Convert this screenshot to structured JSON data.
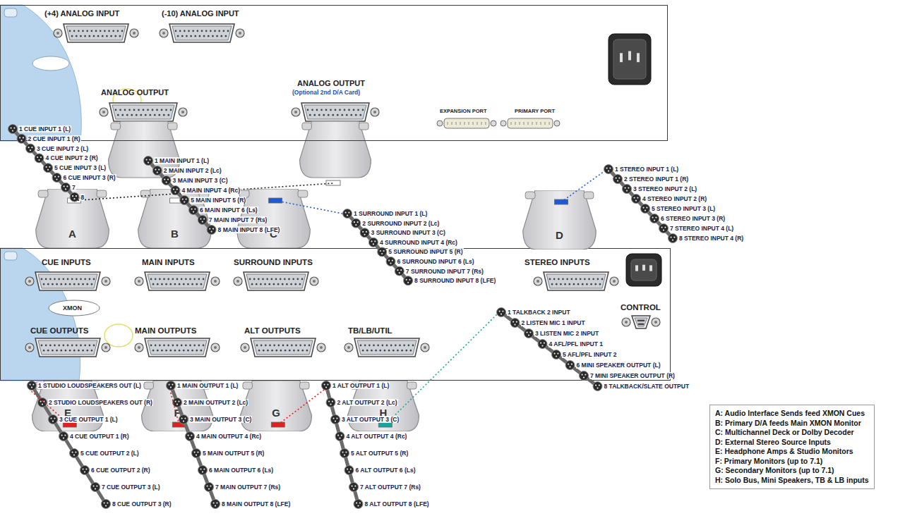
{
  "diagram": {
    "nodes": [
      {
        "text": [
          "(+4) ANALOG INPUT",
          "(-10) ANALOG INPUT",
          "ANALOG OUTPUT",
          "ANALOG OUTPUT",
          "(Optional 2nd D/A Card)",
          "EXPANSION PORT",
          "PRIMARY PORT"
        ]
      },
      {
        "text": [
          "CUE INPUTS",
          "MAIN INPUTS",
          "SURROUND INPUTS",
          "STEREO INPUTS",
          "XMON",
          "CUE OUTPUTS",
          "MAIN OUTPUTS",
          "ALT OUTPUTS",
          "TB/LB/UTIL",
          "CONTROL"
        ]
      },
      {
        "text": [
          "A"
        ]
      },
      {
        "text": [
          "B"
        ]
      },
      {
        "text": [
          "C"
        ]
      },
      {
        "text": [
          "D"
        ]
      },
      {
        "text": [
          "E"
        ]
      },
      {
        "text": [
          "F"
        ]
      },
      {
        "text": [
          "G"
        ]
      },
      {
        "text": [
          "H"
        ]
      },
      {
        "text": [
          "A: Audio Interface Sends feed XMON Cues",
          "B: Primary D/A feeds Main XMON Monitor",
          "C: Multichannel Deck or Dolby Decoder",
          "D: External Stereo Source Inputs",
          "E: Headphone Amps & Studio Monitors",
          "F: Primary Monitors (up to 7.1)",
          "G: Secondary Monitors (up to 7.1)",
          "H: Solo Bus, Mini Speakers, TB & LB inputs"
        ]
      }
    ],
    "labels": [
      "1 CUE INPUT 1 (L)",
      "2 CUE INPUT 1 (R)",
      "3 CUE INPUT 2 (L)",
      "4 CUE INPUT 2 (R)",
      "5 CUE INPUT 3 (L)",
      "6 CUE INPUT 3 (R)",
      "7",
      "8",
      "1 MAIN INPUT 1 (L)",
      "2 MAIN INPUT 2 (Lc)",
      "3 MAIN INPUT 3 (C)",
      "4 MAIN INPUT 4 (Rc)",
      "5 MAIN INPUT 5 (R)",
      "6 MAIN INPUT 6 (Ls)",
      "7 MAIN INPUT 7 (Rs)",
      "8 MAIN INPUT 8 (LFE)",
      "1 SURROUND INPUT 1 (L)",
      "2 SURROUND INPUT 2 (Lc)",
      "3 SURROUND INPUT 3 (C)",
      "4 SURROUND INPUT 4 (Rc)",
      "5 SURROUND INPUT 5 (R)",
      "6 SURROUND INPUT 6 (Ls)",
      "7 SURROUND INPUT 7 (Rs)",
      "8 SURROUND INPUT 8 (LFE)",
      "1 STEREO INPUT 1 (L)",
      "2 STEREO INPUT 1 (R)",
      "3 STEREO INPUT 2 (L)",
      "4 STEREO INPUT 2 (R)",
      "5 STEREO INPUT 3 (L)",
      "6 STEREO INPUT 3 (R)",
      "7 STEREO INPUT 4 (L)",
      "8 STEREO INPUT 4 (R)",
      "1 STUDIO LOUDSPEAKERS OUT (L)",
      "2 STUDIO LOUDSPEAKERS OUT (R)",
      "3 CUE OUTPUT 1 (L)",
      "4 CUE OUTPUT 1 (R)",
      "5 CUE OUTPUT 2 (L)",
      "6 CUE OUTPUT 2 (R)",
      "7 CUE OUTPUT 3 (L)",
      "8 CUE OUTPUT 3 (R)",
      "1 MAIN OUTPUT 1 (L)",
      "2 MAIN OUTPUT 2 (Lc)",
      "3 MAIN OUTPUT 3 (C)",
      "4 MAIN OUTPUT 4 (Rc)",
      "5 MAIN OUTPUT 5 (R)",
      "6 MAIN OUTPUT 6 (Ls)",
      "7 MAIN OUTPUT 7 (Rs)",
      "8 MAIN OUTPUT 8 (LFE)",
      "1 ALT OUTPUT 1 (L)",
      "2 ALT OUTPUT 2 (Lc)",
      "3 ALT OUTPUT 3 (C)",
      "4 ALT OUTPUT 4 (Rc)",
      "5 ALT OUTPUT 5 (R)",
      "6 ALT OUTPUT 6 (Ls)",
      "7 ALT OUTPUT 7 (Rs)",
      "8 ALT OUTPUT 8 (LFE)",
      "1 TALKBACK 2 INPUT",
      "2 LISTEN MIC 1 INPUT",
      "3 LISTEN MIC 2 INPUT",
      "4 AFL/PFL INPUT 1",
      "5 AFL/PFL INPUT 2",
      "6 MINI SPEAKER OUTPUT (L)",
      "7 MINI SPEAKER OUTPUT (R)",
      "8 TALKBACK/SLATE OUTPUT"
    ]
  }
}
